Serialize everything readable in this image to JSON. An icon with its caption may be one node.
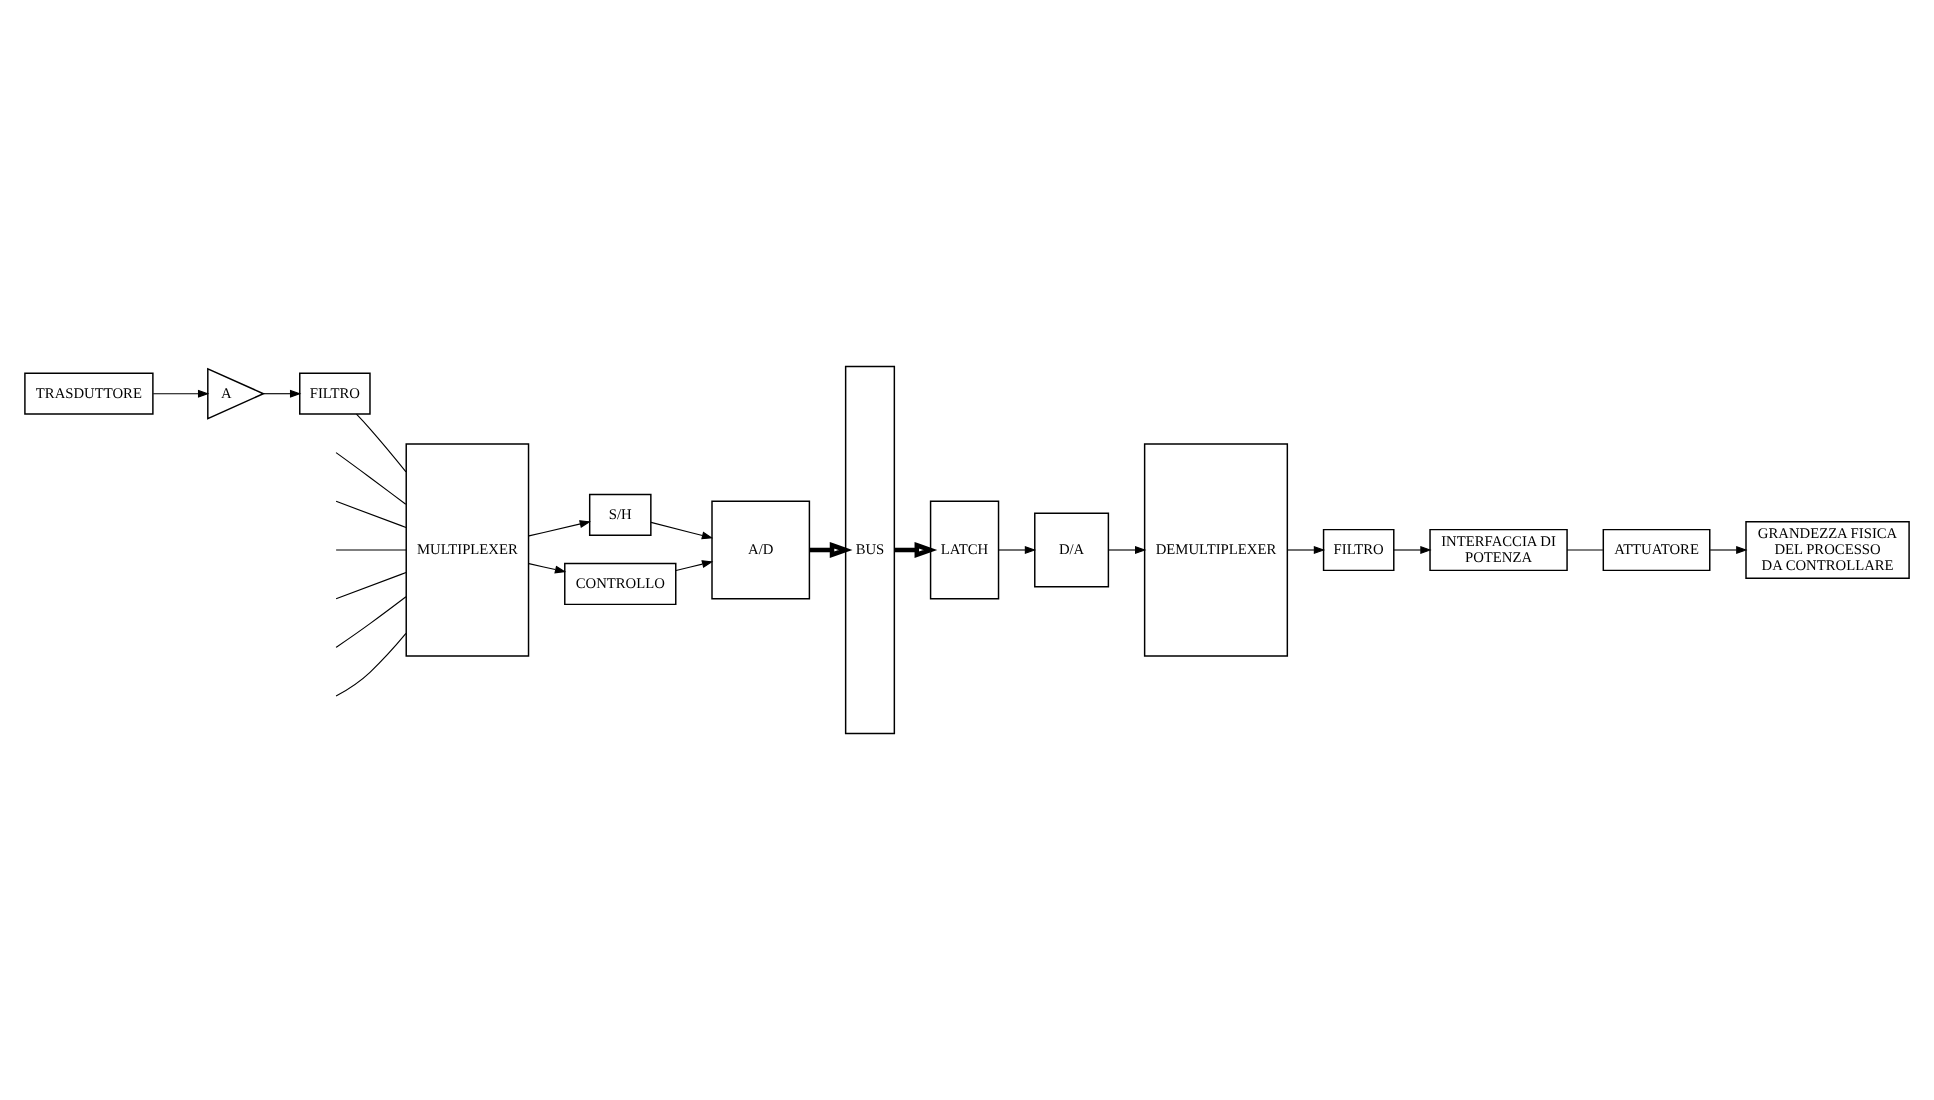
{
  "diagram": {
    "nodes": [
      {
        "text": [
          "TRASDUTTORE"
        ]
      },
      {
        "text": [
          "A"
        ]
      },
      {
        "text": [
          "FILTRO"
        ]
      },
      {
        "text": [
          "MULTIPLEXER"
        ]
      },
      {
        "text": [
          "S/H"
        ]
      },
      {
        "text": [
          "CONTROLLO"
        ]
      },
      {
        "text": [
          "A/D"
        ]
      },
      {
        "text": [
          "BUS"
        ]
      },
      {
        "text": [
          "GRANDEZZA FISICA DEL PROCESSO DA CONTROLLARE"
        ]
      },
      {
        "text": [
          "ATTUATORE"
        ]
      },
      {
        "text": [
          "INTERFACCIA DI POTENZA"
        ]
      },
      {
        "text": [
          "FILTRO"
        ]
      },
      {
        "text": [
          "DEMULTIPLEXER"
        ]
      },
      {
        "text": [
          "D/A"
        ]
      },
      {
        "text": [
          "LATCH"
        ]
      }
    ],
    "edges": [
      {
        "from": 0,
        "to": 1,
        "arrow": "to"
      },
      {
        "from": 1,
        "to": 2,
        "arrow": "to"
      },
      {
        "from": null,
        "to": 3,
        "arrow": "none"
      },
      {
        "from": 2,
        "to": 3,
        "arrow": "none"
      },
      {
        "from": null,
        "to": 3,
        "arrow": "none"
      },
      {
        "from": null,
        "to": 3,
        "arrow": "none"
      },
      {
        "from": null,
        "to": 3,
        "arrow": "none"
      },
      {
        "from": null,
        "to": 3,
        "arrow": "none"
      },
      {
        "from": null,
        "to": 3,
        "arrow": "none"
      },
      {
        "from": 3,
        "to": 4,
        "arrow": "to"
      },
      {
        "from": 3,
        "to": 5,
        "arrow": "to"
      },
      {
        "from": 4,
        "to": 6,
        "arrow": "to"
      },
      {
        "from": 5,
        "to": 6,
        "arrow": "to"
      },
      {
        "from": 6,
        "to": 7,
        "arrow": "to",
        "style": "thick"
      },
      {
        "from": 7,
        "to": 14,
        "arrow": "to",
        "style": "thick"
      },
      {
        "from": 14,
        "to": 13,
        "arrow": "to"
      },
      {
        "from": 13,
        "to": 12,
        "arrow": "to"
      },
      {
        "from": 12,
        "to": 11,
        "arrow": "to"
      },
      {
        "from": 11,
        "to": 10,
        "arrow": "to"
      },
      {
        "from": 10,
        "to": 9,
        "arrow": "none"
      },
      {
        "from": 9,
        "to": 8,
        "arrow": "to"
      }
    ]
  }
}
